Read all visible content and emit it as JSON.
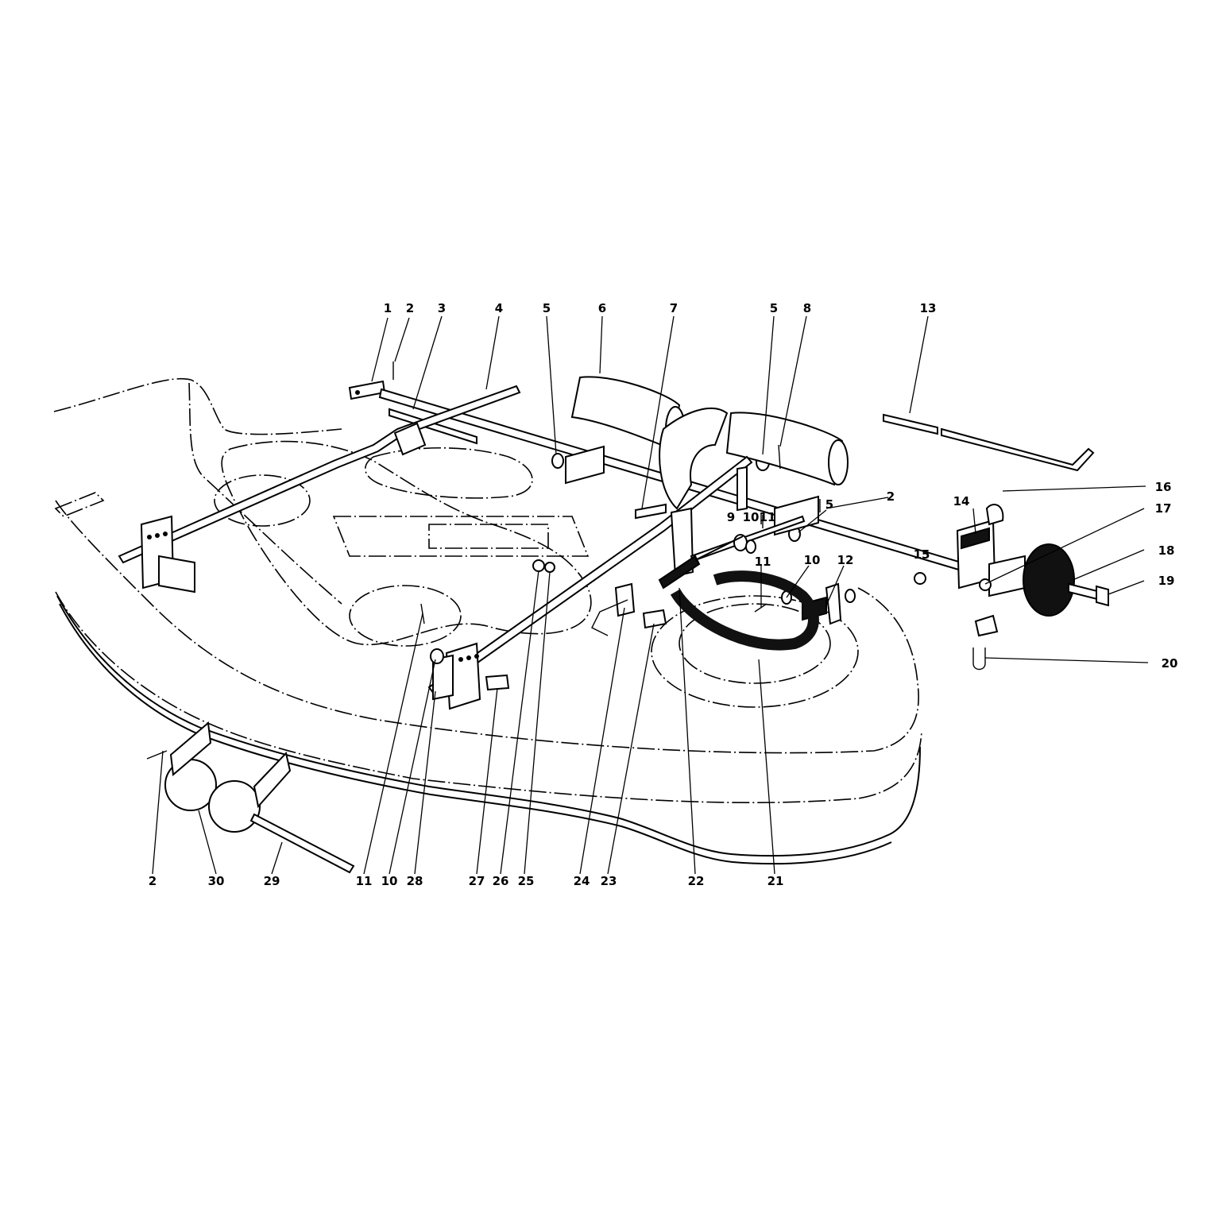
{
  "diagram": {
    "callouts": [
      "1",
      "2",
      "3",
      "4",
      "5",
      "6",
      "7",
      "5",
      "8",
      "13",
      "16",
      "14",
      "17",
      "2",
      "5",
      "9",
      "10",
      "11",
      "11",
      "10",
      "12",
      "18",
      "15",
      "19",
      "20",
      "2",
      "30",
      "29",
      "11",
      "10",
      "28",
      "27",
      "26",
      "25",
      "24",
      "23",
      "22",
      "21"
    ]
  }
}
